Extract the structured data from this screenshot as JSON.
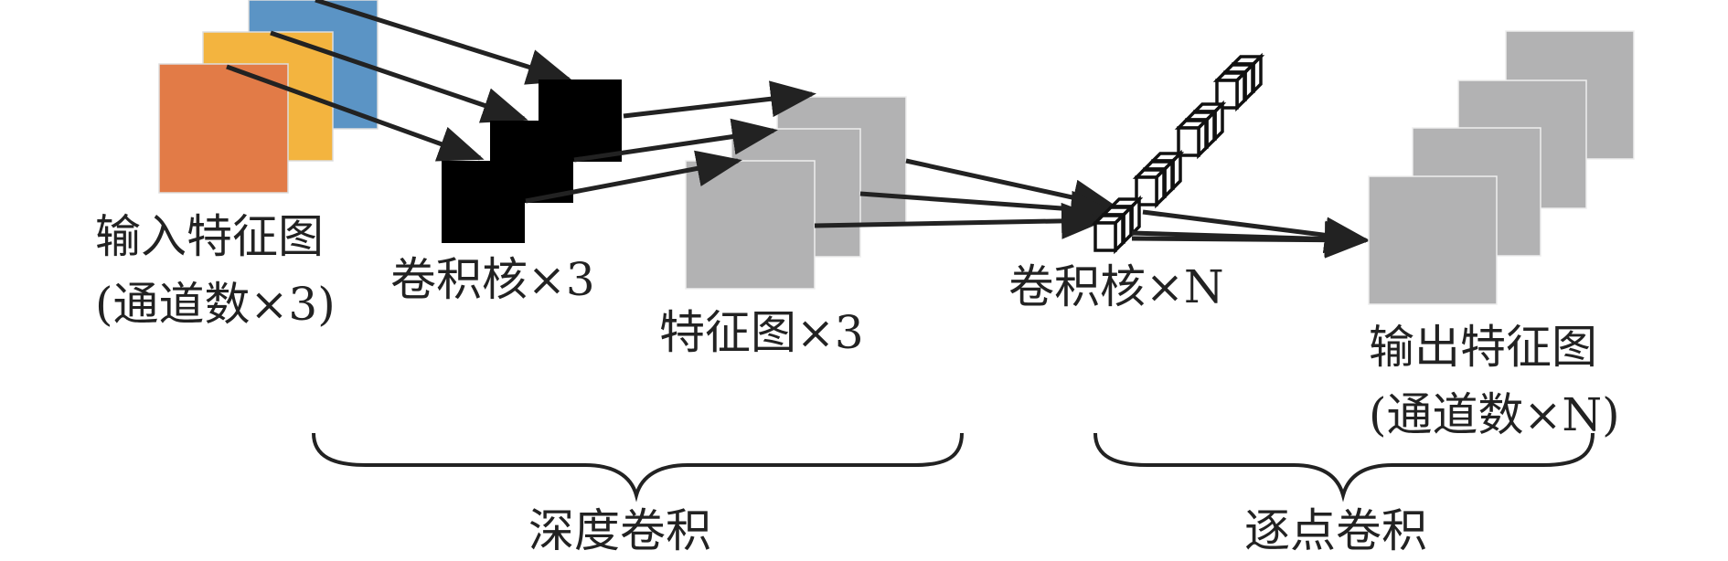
{
  "colors": {
    "input_channel_1": "#E27B47",
    "input_channel_2": "#F3B43F",
    "input_channel_3": "#5B94C5",
    "feature_map": "#B2B2B3",
    "line": "#222222"
  },
  "labels": {
    "input_title": "输入特征图",
    "input_channels": "(通道数×3)",
    "depthwise_kernels": "卷积核×3",
    "depthwise_maps": "特征图×3",
    "pointwise_kernels": "卷积核×N",
    "output_title": "输出特征图",
    "output_channels": "(通道数×N)",
    "depthwise_section": "深度卷积",
    "pointwise_section": "逐点卷积"
  }
}
